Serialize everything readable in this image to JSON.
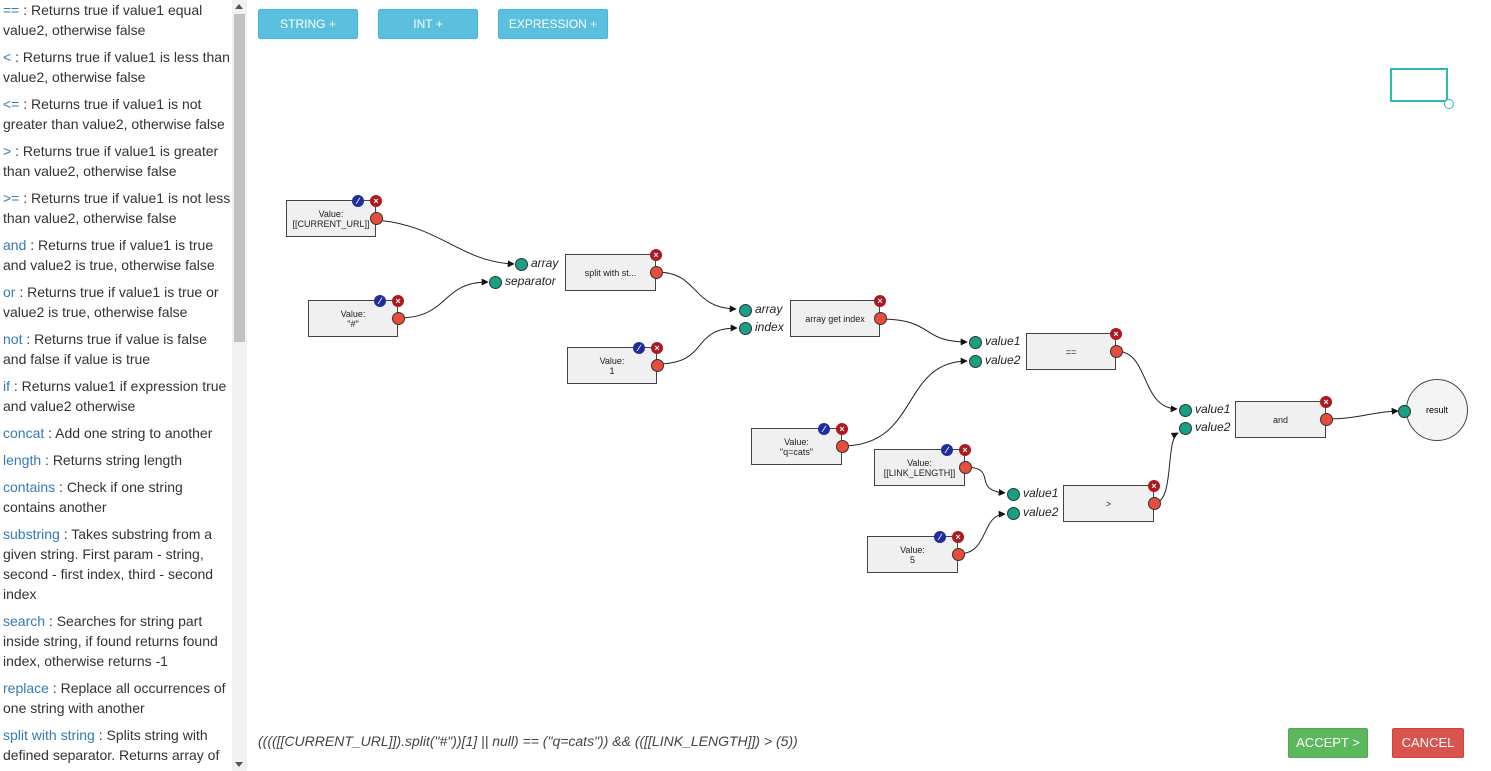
{
  "docs": [
    {
      "kw": "==",
      "desc": " : Returns true if value1 equal value2, otherwise false"
    },
    {
      "kw": "<",
      "desc": " : Returns true if value1 is less than value2, otherwise false"
    },
    {
      "kw": "<=",
      "desc": " : Returns true if value1 is not greater than value2, otherwise false"
    },
    {
      "kw": ">",
      "desc": " : Returns true if value1 is greater than value2, otherwise false"
    },
    {
      "kw": ">=",
      "desc": " : Returns true if value1 is not less than value2, otherwise false"
    },
    {
      "kw": "and",
      "desc": " : Returns true if value1 is true and value2 is true, otherwise false"
    },
    {
      "kw": "or",
      "desc": " : Returns true if value1 is true or value2 is true, otherwise false"
    },
    {
      "kw": "not",
      "desc": " : Returns true if value is false and false if value is true"
    },
    {
      "kw": "if",
      "desc": " : Returns value1 if expression true and value2 otherwise"
    },
    {
      "kw": "concat",
      "desc": " : Add one string to another"
    },
    {
      "kw": "length",
      "desc": " : Returns string length"
    },
    {
      "kw": "contains",
      "desc": " : Check if one string contains another"
    },
    {
      "kw": "substring",
      "desc": " : Takes substring from a given string. First param - string, second - first index, third - second index"
    },
    {
      "kw": "search",
      "desc": " : Searches for string part inside string, if found returns found index, otherwise returns -1"
    },
    {
      "kw": "replace",
      "desc": " : Replace all occurrences of one string with another"
    },
    {
      "kw": "split with string",
      "desc": " : Splits string with defined separator. Returns array of"
    }
  ],
  "toolbar": {
    "string_label": "STRING +",
    "int_label": "INT +",
    "expression_label": "EXPRESSION +"
  },
  "nodes": {
    "current_url": "Value:\n[[CURRENT_URL]]",
    "hash": "Value:\n\"#\"",
    "one": "Value:\n1",
    "split": "split with st...",
    "array_get": "array get index",
    "q_cats": "Value:\n\"q=cats\"",
    "eq": "==",
    "link_length": "Value:\n[[LINK_LENGTH]]",
    "five": "Value:\n5",
    "gt": ">",
    "and": "and",
    "result": "result"
  },
  "ports": {
    "array": "array",
    "separator": "separator",
    "index": "index",
    "value1": "value1",
    "value2": "value2"
  },
  "formula": "(((([[CURRENT_URL]]).split(\"#\"))[1] || null) == (\"q=cats\")) && (([[LINK_LENGTH]]) > (5))",
  "actions": {
    "accept": "ACCEPT >",
    "cancel": "CANCEL"
  },
  "colors": {
    "output_port": "#e74c3c",
    "input_port": "#16a085",
    "delete_icon": "#b0171f",
    "edit_icon": "#1f2d9e",
    "toolbar": "#5bc0de",
    "accept": "#5cb85c",
    "cancel": "#d9534f"
  }
}
